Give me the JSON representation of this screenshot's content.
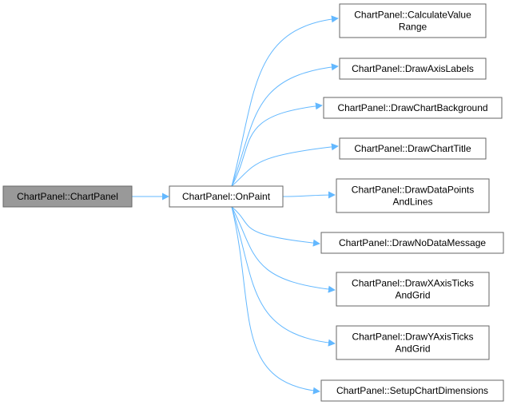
{
  "graph": {
    "colors": {
      "root_fill": "#999999",
      "root_stroke": "#666666",
      "node_fill": "#ffffff",
      "node_stroke": "#666666",
      "edge": "#63b8ff"
    },
    "root": {
      "id": "root",
      "lines": [
        "ChartPanel::ChartPanel"
      ]
    },
    "caller": {
      "id": "onpaint",
      "lines": [
        "ChartPanel::OnPaint"
      ]
    },
    "callees": [
      {
        "id": "calc",
        "lines": [
          "ChartPanel::CalculateValue",
          "Range"
        ]
      },
      {
        "id": "axislabels",
        "lines": [
          "ChartPanel::DrawAxisLabels"
        ]
      },
      {
        "id": "bg",
        "lines": [
          "ChartPanel::DrawChartBackground"
        ]
      },
      {
        "id": "title",
        "lines": [
          "ChartPanel::DrawChartTitle"
        ]
      },
      {
        "id": "points",
        "lines": [
          "ChartPanel::DrawDataPoints",
          "AndLines"
        ]
      },
      {
        "id": "nodata",
        "lines": [
          "ChartPanel::DrawNoDataMessage"
        ]
      },
      {
        "id": "xticks",
        "lines": [
          "ChartPanel::DrawXAxisTicks",
          "AndGrid"
        ]
      },
      {
        "id": "yticks",
        "lines": [
          "ChartPanel::DrawYAxisTicks",
          "AndGrid"
        ]
      },
      {
        "id": "setup",
        "lines": [
          "ChartPanel::SetupChartDimensions"
        ]
      }
    ]
  }
}
